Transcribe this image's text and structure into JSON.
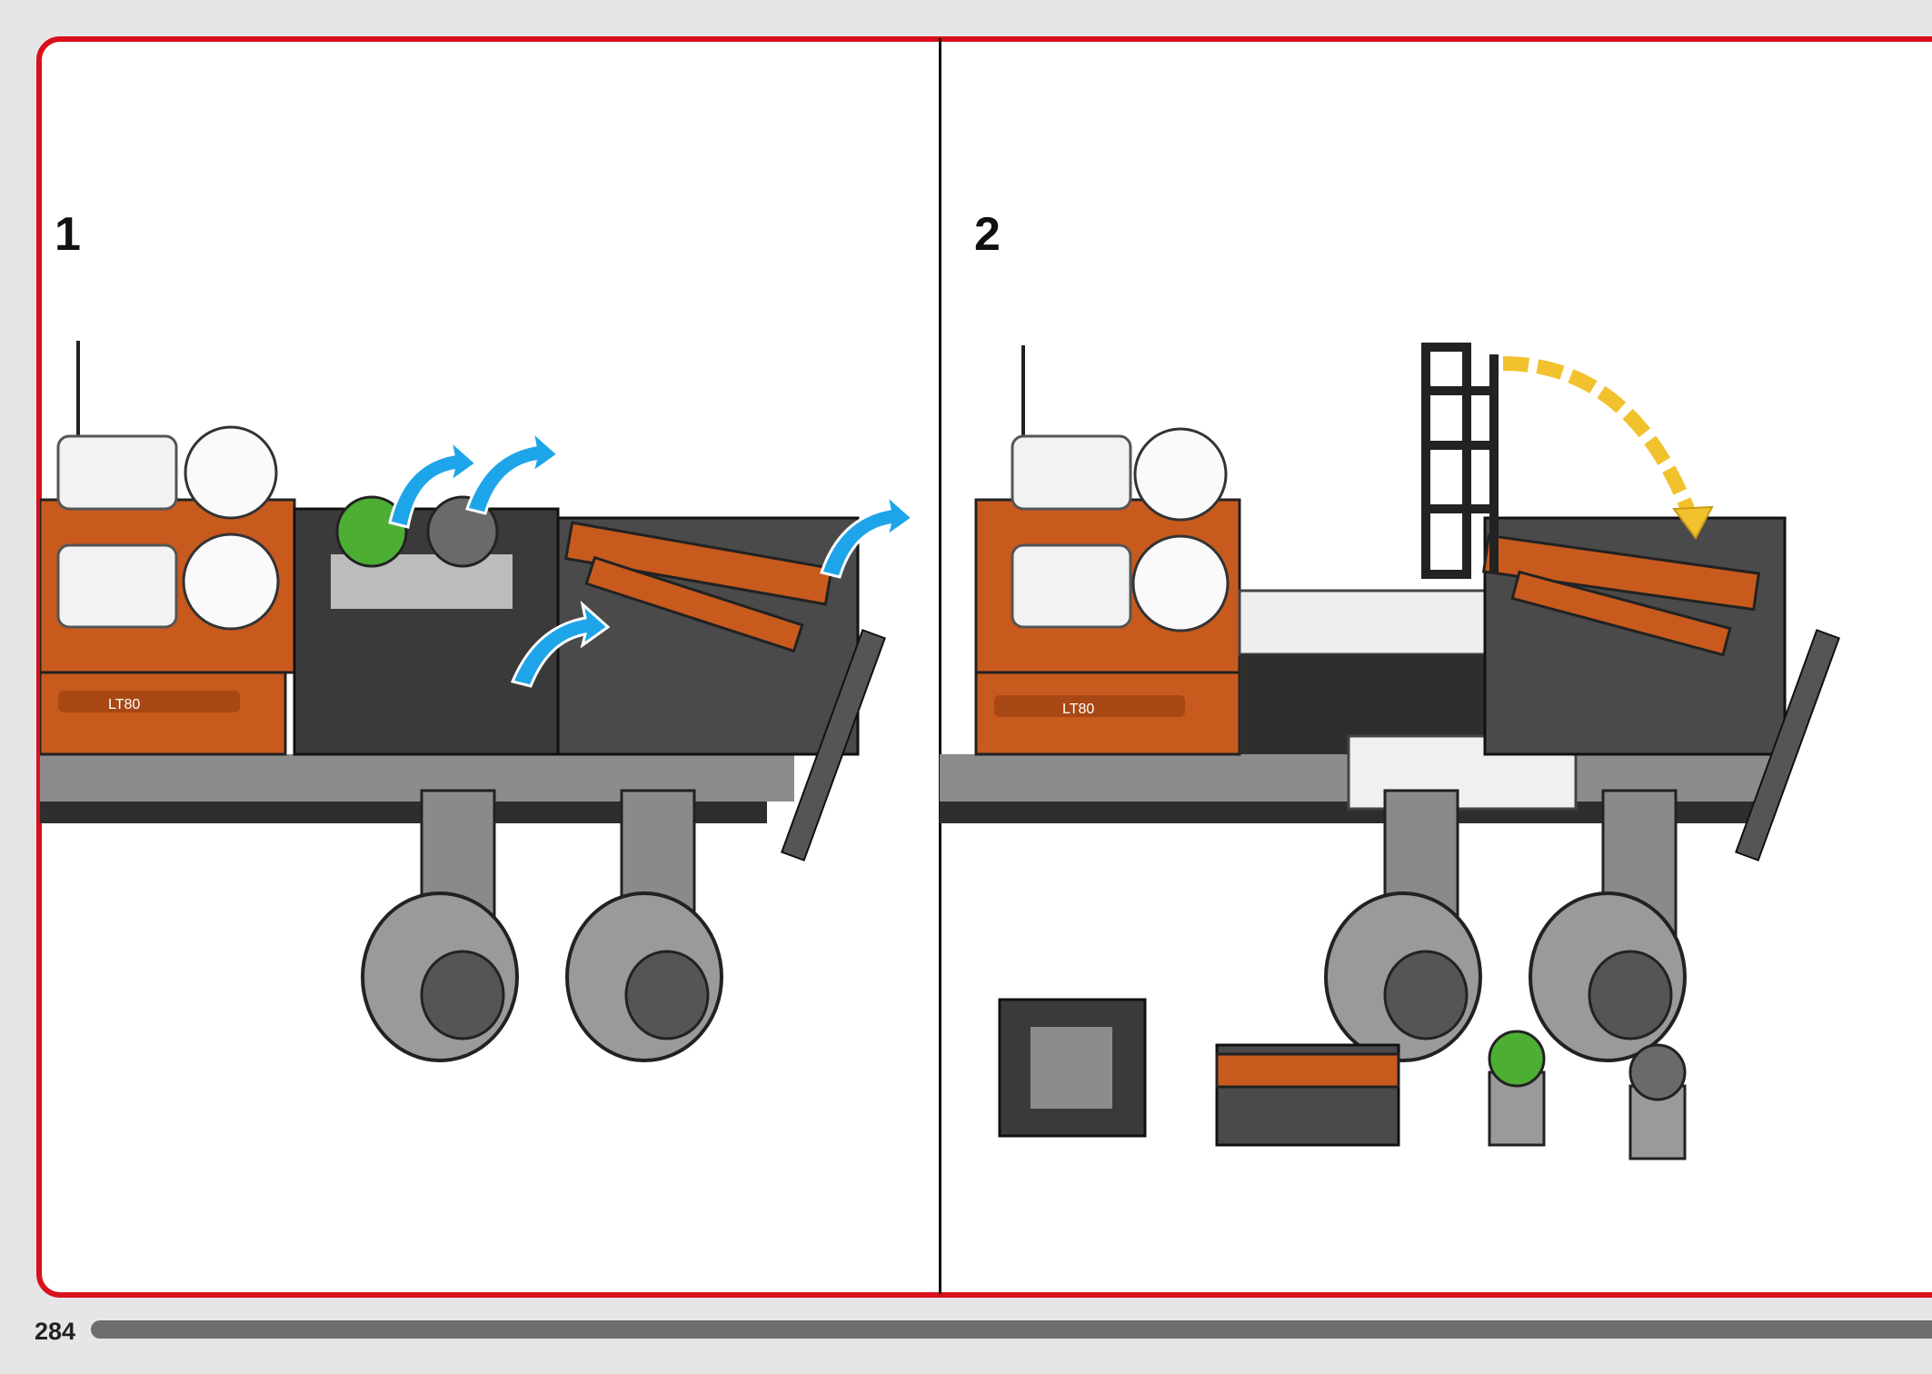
{
  "steps": [
    {
      "number": "1",
      "model_label": "LT80"
    },
    {
      "number": "2",
      "model_label": "LT80"
    }
  ],
  "page_number": "284",
  "colors": {
    "border": "#d9111c",
    "body_orange": "#c85a1e",
    "arrow_blue": "#1ea5e9",
    "arrow_yellow": "#f2c12e",
    "dark_grey": "#2e2e2e",
    "light_grey": "#a9a9a9"
  },
  "icons": [
    "rotate-arrow-icon",
    "fold-arrow-icon"
  ]
}
